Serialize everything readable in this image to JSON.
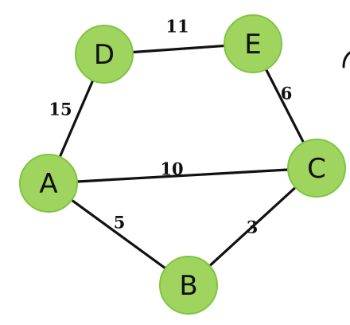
{
  "colors": {
    "node_fill": "#9fd45e",
    "edge": "#111111",
    "background": "#ffffff"
  },
  "nodes": [
    {
      "id": "A",
      "label": "A"
    },
    {
      "id": "B",
      "label": "B"
    },
    {
      "id": "C",
      "label": "C"
    },
    {
      "id": "D",
      "label": "D"
    },
    {
      "id": "E",
      "label": "E"
    }
  ],
  "edges": [
    {
      "from": "D",
      "to": "E",
      "weight": "11"
    },
    {
      "from": "E",
      "to": "C",
      "weight": "6"
    },
    {
      "from": "D",
      "to": "A",
      "weight": "15"
    },
    {
      "from": "A",
      "to": "C",
      "weight": "10"
    },
    {
      "from": "A",
      "to": "B",
      "weight": "5"
    },
    {
      "from": "B",
      "to": "C",
      "weight": "3"
    }
  ]
}
